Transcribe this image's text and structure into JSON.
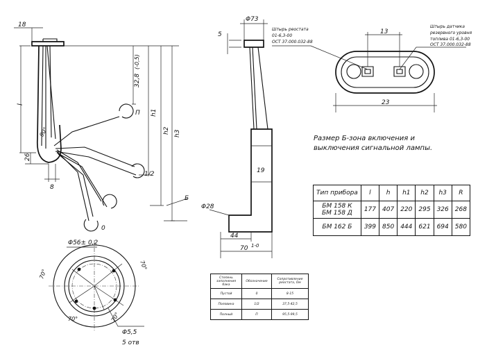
{
  "dims": {
    "d18": "18",
    "d5": "5",
    "d73": "Φ73",
    "d13": "13",
    "d23": "23",
    "d19": "19",
    "d28": "Φ28",
    "d44": "44",
    "d70": "70",
    "d70tol": "1-0",
    "d26": "26",
    "d8": "8",
    "d32": "32,8",
    "d32tol": "(-0,5)",
    "l": "l",
    "h1": "h1",
    "h2": "h2",
    "h3": "h3",
    "b": "Б",
    "p": "П",
    "half": "1/2",
    "zero": "0",
    "angle": "90°",
    "phi56": "Φ56± 0,2",
    "phi55": "Φ5,5",
    "holes": "5 отв",
    "a70_1": "70°",
    "a70_2": "70°",
    "a70_3": "70°",
    "a70_4": "70°"
  },
  "callouts": {
    "rheostat": [
      "Штырь реостата",
      "01-6,3-00",
      "ОСТ 37.000.032-88"
    ],
    "sensor": [
      "Штырь датчика",
      "резервного уровня",
      "топлива 01-6,3-00",
      "ОСТ 37.000.032-88"
    ]
  },
  "note": "Размер Б-зона включения и выключения сигнальной лампы.",
  "spec_table": {
    "headers": [
      "Тип прибора",
      "l",
      "h",
      "h1",
      "h2",
      "h3",
      "R"
    ],
    "rows": [
      {
        "type": [
          "БМ 158 К",
          "БМ 158 Д"
        ],
        "l": "177",
        "h": "407",
        "h1": "220",
        "h2": "295",
        "h3": "326",
        "R": "268"
      },
      {
        "type": [
          "БМ 162 Б"
        ],
        "l": "399",
        "h": "850",
        "h1": "444",
        "h2": "621",
        "h3": "694",
        "R": "580"
      }
    ]
  },
  "legend_table": {
    "headers": [
      "Степень заполнения бака",
      "Обозначение",
      "Сопротивление реостата, Ом"
    ],
    "rows": [
      [
        "Пустой",
        "0",
        "8-15"
      ],
      [
        "Половина",
        "1/2",
        "37,5-42,5"
      ],
      [
        "Полный",
        "П",
        "95,5-99,5"
      ]
    ]
  }
}
